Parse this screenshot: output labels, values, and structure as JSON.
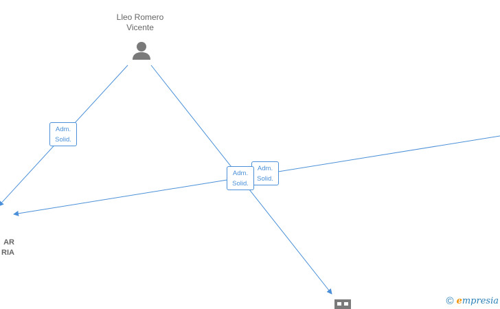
{
  "nodes": {
    "person": {
      "label": "Lleo Romero\nVicente",
      "icon": "person-icon"
    },
    "company_left": {
      "label_cut": "AR\nRIA",
      "icon": "company-icon"
    },
    "company_bottom": {
      "icon": "building-icon"
    }
  },
  "edges": [
    {
      "from": "person",
      "to": "company_left",
      "label_line1": "Adm.",
      "label_line2": "Solid."
    },
    {
      "from": "person",
      "to": "company_bottom",
      "label_line1": "Adm.",
      "label_line2": "Solid."
    },
    {
      "from": "offscreen_right",
      "to": "company_left",
      "label_line1": "Adm.",
      "label_line2": "Solid."
    }
  ],
  "colors": {
    "edge": "#4a8fd8",
    "node_label": "#666666",
    "icon": "#7a7a7a"
  },
  "watermark": {
    "copyright": "©",
    "brand_e": "e",
    "brand_rest": "mpresia"
  }
}
